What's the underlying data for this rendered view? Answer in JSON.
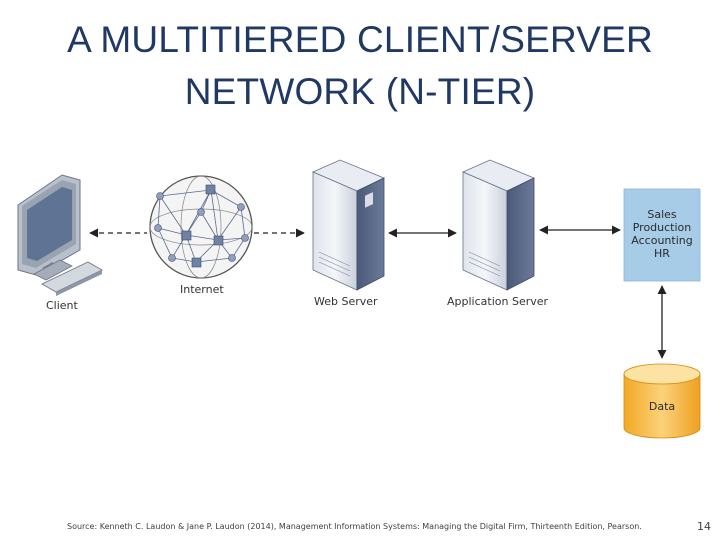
{
  "slide": {
    "title_line1": "A MULTITIERED CLIENT/SERVER",
    "title_line2": "NETWORK (N-TIER)",
    "source": "Source: Kenneth C. Laudon & Jane P. Laudon (2014), Management Information Systems: Managing the Digital Firm, Thirteenth Edition, Pearson.",
    "page_number": "14"
  },
  "diagram": {
    "nodes": {
      "client": "Client",
      "internet": "Internet",
      "web_server": "Web Server",
      "app_server": "Application Server",
      "data": "Data"
    },
    "functions": [
      "Sales",
      "Production",
      "Accounting",
      "HR"
    ]
  },
  "colors": {
    "title": "#1f3864",
    "server_body": "#5a6b8c",
    "function_box": "#a6cce8",
    "database": "#f6b93b"
  }
}
